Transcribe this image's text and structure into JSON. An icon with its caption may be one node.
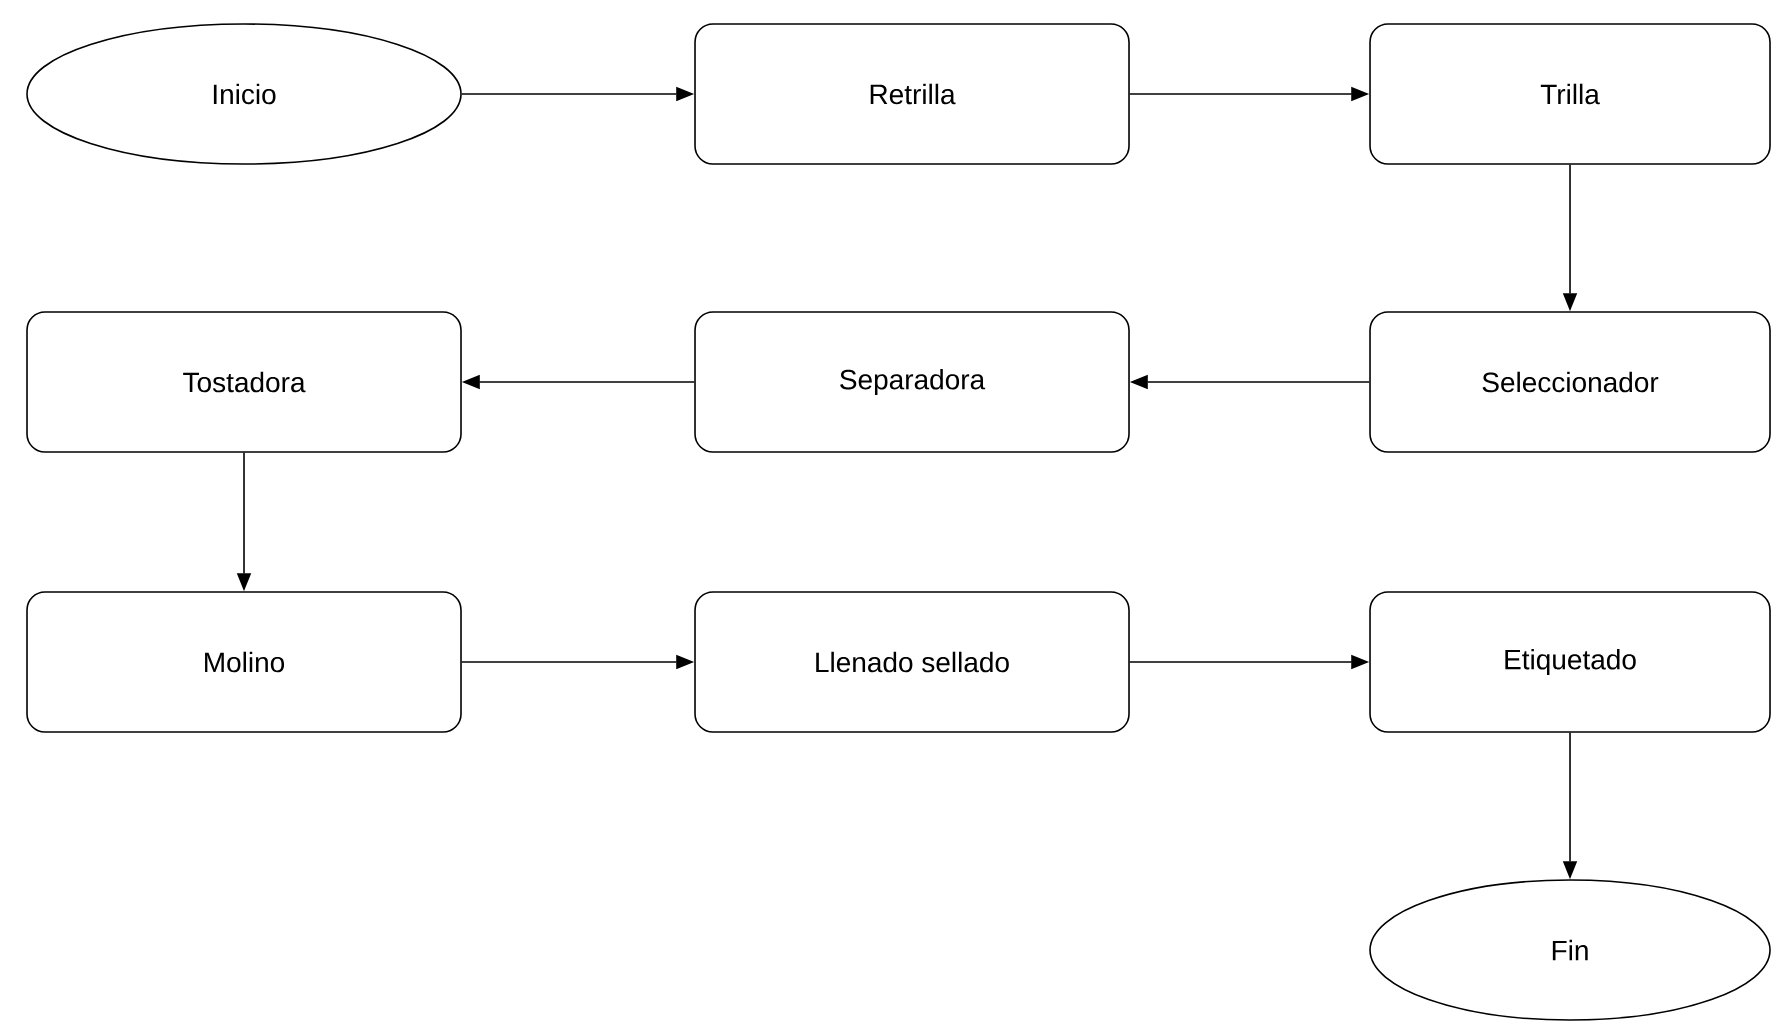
{
  "diagram": {
    "nodes": [
      {
        "text": [
          "Inicio"
        ]
      },
      {
        "text": [
          "Retrilla"
        ]
      },
      {
        "text": [
          "Trilla"
        ]
      },
      {
        "text": [
          "Seleccionador"
        ]
      },
      {
        "text": [
          "Separadora"
        ]
      },
      {
        "text": [
          "Tostadora"
        ]
      },
      {
        "text": [
          "Molino"
        ]
      },
      {
        "text": [
          "Llenado sellado"
        ]
      },
      {
        "text": [
          "Etiquetado"
        ]
      },
      {
        "text": [
          "Fin"
        ]
      }
    ],
    "edges": [
      {
        "from": 0,
        "to": 1,
        "arrow": "to"
      },
      {
        "from": 1,
        "to": 2,
        "arrow": "to"
      },
      {
        "from": 2,
        "to": 3,
        "arrow": "to"
      },
      {
        "from": 3,
        "to": 4,
        "arrow": "to"
      },
      {
        "from": 4,
        "to": 5,
        "arrow": "to"
      },
      {
        "from": 5,
        "to": 6,
        "arrow": "to"
      },
      {
        "from": 6,
        "to": 7,
        "arrow": "to"
      },
      {
        "from": 7,
        "to": 8,
        "arrow": "to"
      },
      {
        "from": 8,
        "to": 9,
        "arrow": "to"
      }
    ]
  }
}
